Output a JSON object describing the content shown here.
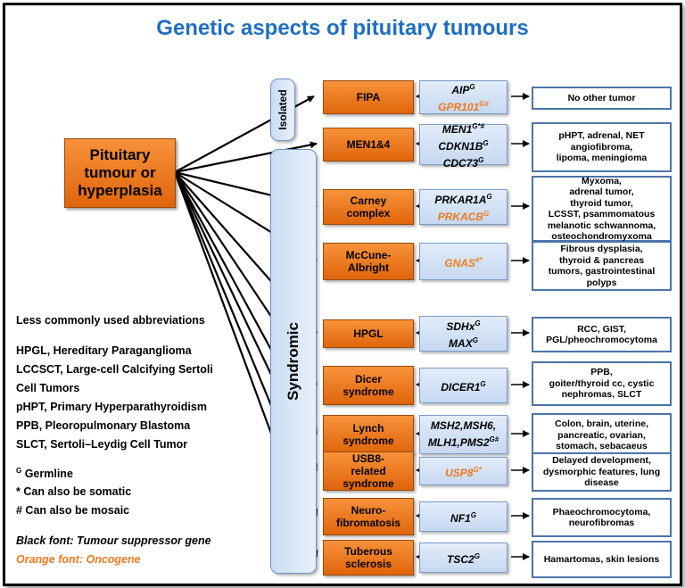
{
  "title": "Genetic aspects of pituitary tumours",
  "root": {
    "line1": "Pituitary",
    "line2": "tumour or",
    "line3": "hyperplasia"
  },
  "groups": {
    "isolated": "Isolated",
    "syndromic": "Syndromic"
  },
  "rows": [
    {
      "syndrome": [
        "FIPA"
      ],
      "genes": [
        {
          "name": "AIP",
          "sup": "G",
          "color": "black"
        },
        {
          "name": "GPR101",
          "sup": "G#",
          "color": "orange"
        }
      ],
      "tumors": [
        "No other tumor"
      ]
    },
    {
      "syndrome": [
        "MEN1&4"
      ],
      "genes": [
        {
          "name": "MEN1",
          "sup": "G*#",
          "color": "black"
        },
        {
          "name": "CDKN1B",
          "sup": "G",
          "color": "black"
        },
        {
          "name": "CDC73",
          "sup": "G",
          "color": "black"
        }
      ],
      "tumors": [
        "pHPT, adrenal, NET",
        "angiofibroma,",
        "lipoma, meningioma"
      ]
    },
    {
      "syndrome": [
        "Carney",
        "complex"
      ],
      "genes": [
        {
          "name": "PRKAR1A",
          "sup": "G",
          "color": "black"
        },
        {
          "name": "PRKACB",
          "sup": "G",
          "color": "orange"
        }
      ],
      "tumors": [
        "Myxoma,",
        "adrenal tumor,",
        "thyroid tumor,",
        "LCSST, psammomatous",
        "melanotic schwannoma,",
        "osteochondromyxoma"
      ]
    },
    {
      "syndrome": [
        "McCune-",
        "Albright"
      ],
      "genes": [
        {
          "name": "GNAS",
          "sup": "#*",
          "color": "orange"
        }
      ],
      "tumors": [
        "Fibrous dysplasia,",
        "thyroid & pancreas",
        "tumors, gastrointestinal",
        "polyps"
      ]
    },
    {
      "syndrome": [
        "HPGL"
      ],
      "genes": [
        {
          "name": "SDHx",
          "sup": "G",
          "color": "black"
        },
        {
          "name": "MAX",
          "sup": "G",
          "color": "black"
        }
      ],
      "tumors": [
        "RCC, GIST,",
        "PGL/pheochromocytoma"
      ]
    },
    {
      "syndrome": [
        "Dicer",
        "syndrome"
      ],
      "genes": [
        {
          "name": "DICER1",
          "sup": "G",
          "color": "black"
        }
      ],
      "tumors": [
        "PPB,",
        "goiter/thyroid cc, cystic",
        "nephromas, SLCT"
      ]
    },
    {
      "syndrome": [
        "Lynch",
        "syndrome"
      ],
      "genes": [
        {
          "name": "MSH2,MSH6,",
          "sup": "",
          "color": "black"
        },
        {
          "name": "MLH1,PMS2",
          "sup": "G#",
          "color": "black"
        }
      ],
      "tumors": [
        "Colon, brain, uterine,",
        "pancreatic, ovarian,",
        "stomach, sebacaeus"
      ]
    },
    {
      "syndrome": [
        "USB8-",
        "related",
        "syndrome"
      ],
      "genes": [
        {
          "name": "USP8",
          "sup": "G*",
          "color": "orange"
        }
      ],
      "tumors": [
        "Delayed development,",
        "dysmorphic features, lung",
        "disease"
      ]
    },
    {
      "syndrome": [
        "Neuro-",
        "fibromatosis"
      ],
      "genes": [
        {
          "name": "NF1",
          "sup": "G",
          "color": "black"
        }
      ],
      "tumors": [
        "Phaeochromocytoma,",
        "neurofibromas"
      ]
    },
    {
      "syndrome": [
        "Tuberous",
        "sclerosis"
      ],
      "genes": [
        {
          "name": "TSC2",
          "sup": "G",
          "color": "black"
        }
      ],
      "tumors": [
        "Hamartomas, skin lesions"
      ]
    }
  ],
  "legend": {
    "heading": "Less commonly used abbreviations",
    "abbreviations": [
      "HPGL, Hereditary Paraganglioma",
      "LCCSCT, Large-cell Calcifying Sertoli",
      "Cell Tumors",
      "pHPT, Primary Hyperparathyroidism",
      "PPB, Pleoropulmonary Blastoma",
      "SLCT, Sertoli–Leydig Cell Tumor"
    ],
    "germline_mark": "G",
    "germline": " Germline",
    "somatic": "* Can also be somatic",
    "mosaic": "# Can also be mosaic",
    "tsg": "Black font: Tumour suppressor gene",
    "oncogene": "Orange font: Oncogene"
  },
  "colors": {
    "title": "#1f6fbf",
    "orange_box": "#f07b1a",
    "gene_box": "#d3e2f6",
    "oncogene_text": "#ee7a1b",
    "tumor_border": "#4b74a8"
  }
}
